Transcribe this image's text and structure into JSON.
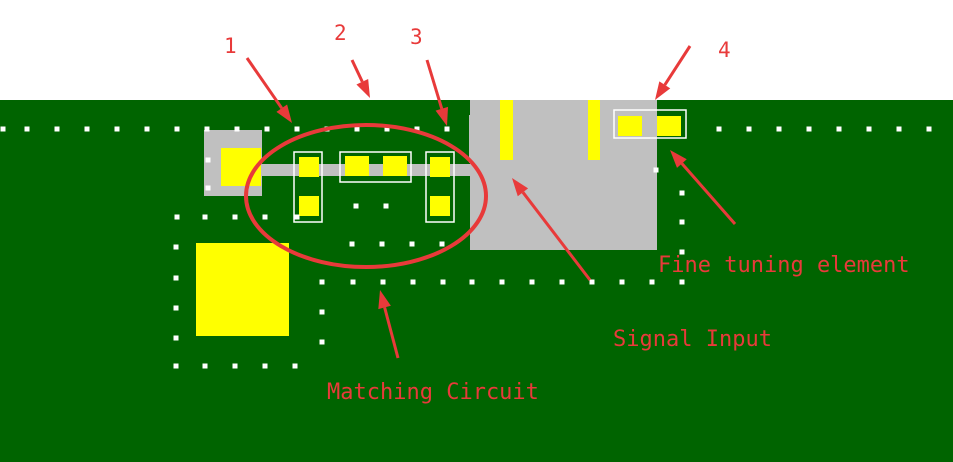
{
  "colors": {
    "board": "#006400",
    "copper": "#c0c0c0",
    "pad": "#ffff00",
    "via": "#ffffff",
    "annotation": "#e83a3a",
    "marker_box": "#ffffff"
  },
  "markers": [
    "1",
    "2",
    "3",
    "4"
  ],
  "annotations": {
    "matching_circuit": "Matching Circuit",
    "signal_input": "Signal Input",
    "fine_tuning": "Fine tuning element"
  }
}
